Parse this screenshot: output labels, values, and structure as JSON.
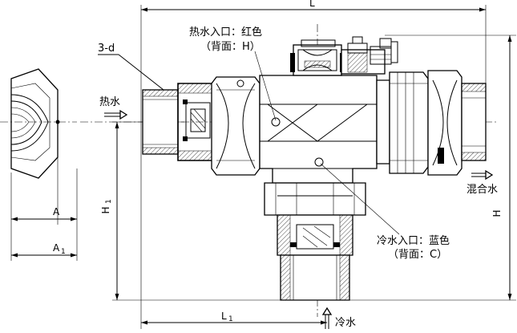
{
  "labels": {
    "hot_inlet": "热水入口：红色",
    "hot_inlet_back": "（背面：H）",
    "cold_inlet": "冷水入口：蓝色",
    "cold_inlet_back": "（背面：C）",
    "hot_water": "热水",
    "mixed_water": "混合水",
    "cold_water": "冷水",
    "section_mark": "3-d"
  },
  "dimensions": {
    "L": "L",
    "L1": "L",
    "L1_sub": "1",
    "H": "H",
    "H1": "H",
    "H1_sub": "1",
    "A": "A",
    "A1": "A",
    "A1_sub": "1"
  }
}
